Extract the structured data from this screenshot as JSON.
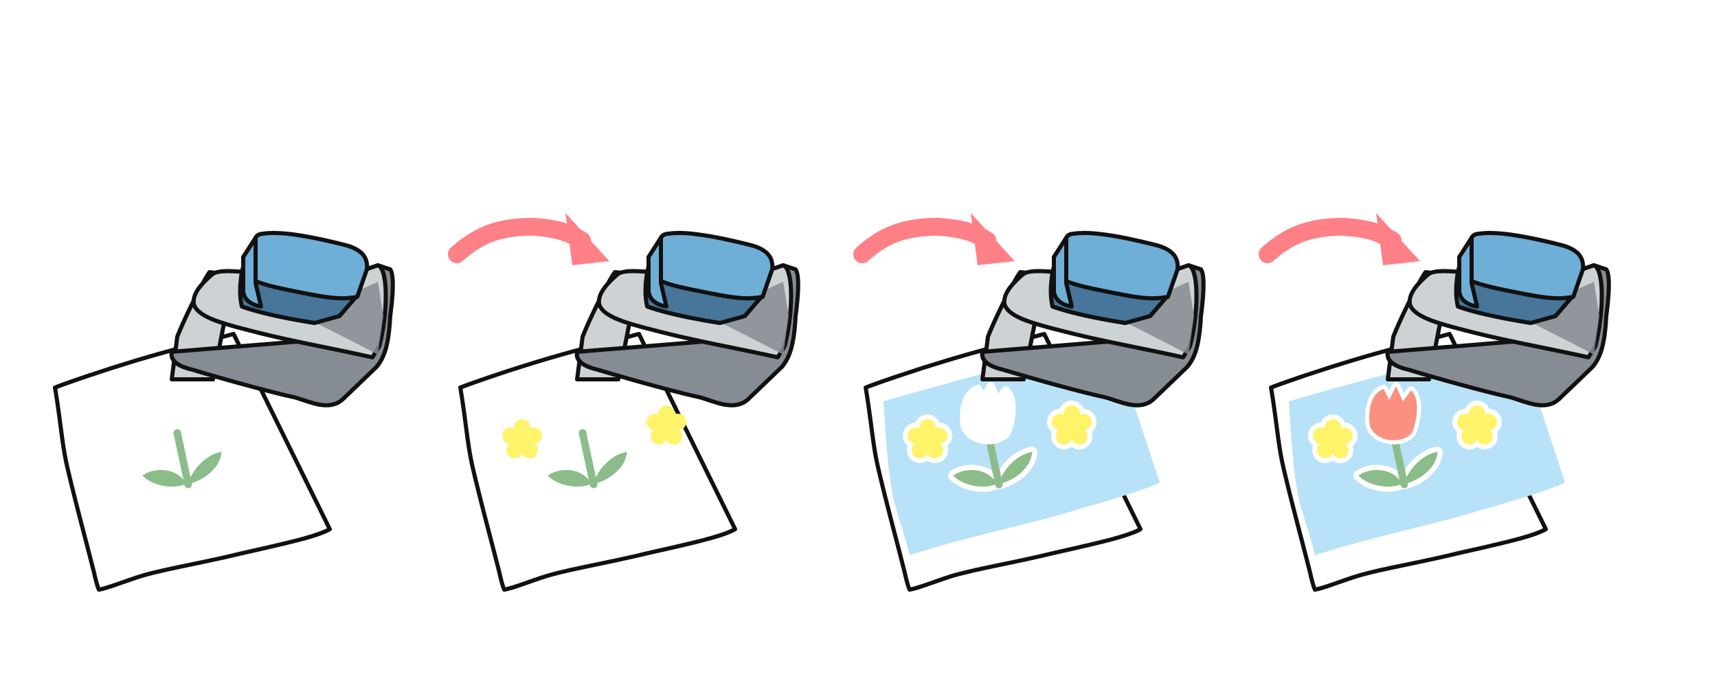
{
  "steps": [
    {
      "paper_print": "blank",
      "flowers": [
        "stem"
      ]
    },
    {
      "paper_print": "blank",
      "flowers": [
        "stem",
        "yellow-left",
        "yellow-right"
      ]
    },
    {
      "paper_print": "sky-blue",
      "flowers": [
        "stem",
        "yellow-left",
        "yellow-right",
        "white-tulip"
      ]
    },
    {
      "paper_print": "sky-blue",
      "flowers": [
        "stem",
        "yellow-left",
        "yellow-right",
        "red-tulip"
      ]
    }
  ],
  "icons": {
    "step": "printer-with-paper-icon",
    "arrow": "curved-arrow-icon"
  },
  "colors": {
    "outline": "#111111",
    "printer_light": "#cdd2d5",
    "printer_dark": "#868c93",
    "printer_lid": "#6faed6",
    "printer_lid_dark": "#47769a",
    "paper": "#ffffff",
    "sky": "#b8e2f8",
    "stem": "#8cbc8a",
    "yellow": "#fff36a",
    "tulip_white": "#ffffff",
    "tulip_red": "#fb8f80",
    "arrow": "#ff8087"
  }
}
